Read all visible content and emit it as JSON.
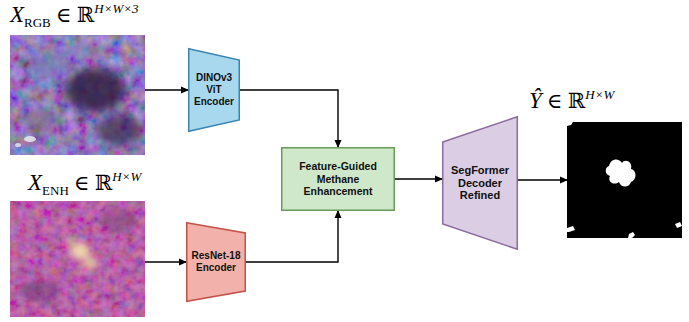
{
  "diagram": {
    "nodes": [
      {
        "text": [
          "XRGB ∈ ℝH×W×3"
        ]
      },
      {
        "text": [
          "DINOv3 ViT Encoder"
        ]
      },
      {
        "text": [
          "XENH ∈ ℝH×W"
        ]
      },
      {
        "text": [
          "ResNet-18 Encoder"
        ]
      },
      {
        "text": [
          "Feature-Guided Methane Enhancement"
        ]
      },
      {
        "text": [
          "SegFormer Decoder Refined"
        ]
      },
      {
        "text": [
          "Ŷ ∈ ℝH×W"
        ]
      }
    ],
    "edges": [
      {
        "from": 0,
        "to": 1,
        "arrow": "to"
      },
      {
        "from": 2,
        "to": 3,
        "arrow": "to"
      },
      {
        "from": 1,
        "to": 4,
        "arrow": "to"
      },
      {
        "from": 3,
        "to": 4,
        "arrow": "to"
      },
      {
        "from": 4,
        "to": 5,
        "arrow": "to"
      },
      {
        "from": 5,
        "to": 6,
        "arrow": "to"
      }
    ]
  }
}
